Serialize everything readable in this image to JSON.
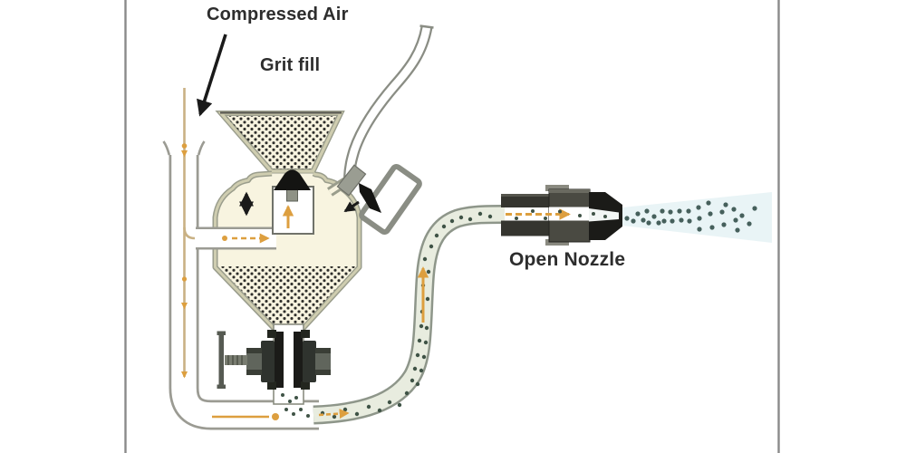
{
  "diagram": {
    "labels": {
      "compressed_air": "Compressed Air",
      "grit_fill": "Grit fill",
      "open_nozzle": "Open Nozzle"
    },
    "icons": {
      "label_pointer_arrow": "↘",
      "flow_arrow": "→",
      "valve_travel_arrow": "↕",
      "handle_flow_arrow": "↙"
    }
  },
  "colors": {
    "accent_orange": "#dd9f3f",
    "air_line": "#c9b184",
    "grit_dot": "#2d2d2a",
    "vessel_fill": "#f8f4e0",
    "vessel_wall_core": "#cfcdb0",
    "vessel_wall_edge": "#9a9d8c",
    "pipe_wall": "#9b9b93",
    "hose_fill": "#e8ecdf",
    "hose_wall": "#8e968a",
    "particle": "#3f5346",
    "spray_dot": "#46605c",
    "spray_cone": "#e3f1f4",
    "metal_dark": "#1b1b18",
    "metal_mid": "#4a4a42",
    "metal_gray": "#8a8d84",
    "label_text": "#2d2d2d",
    "border_line": "#8a8a8a",
    "black": "#141412"
  }
}
